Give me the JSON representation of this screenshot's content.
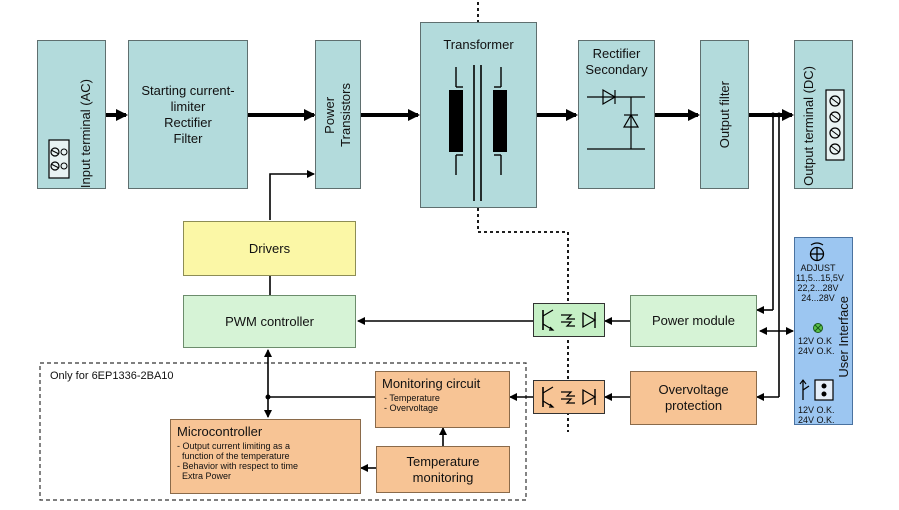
{
  "blocks": {
    "input_terminal": "Input terminal (AC)",
    "starting_limiter": "Starting current-\nlimiter\nRectifier\nFilter",
    "power_transistors": "Power\nTransistors",
    "transformer": "Transformer",
    "rectifier_secondary": "Rectifier\nSecondary",
    "output_filter": "Output filter",
    "output_terminal": "Output terminal (DC)",
    "drivers": "Drivers",
    "pwm_controller": "PWM controller",
    "power_module": "Power module",
    "overvoltage_protection": "Overvoltage\nprotection",
    "user_interface": "User Interface",
    "monitoring_title": "Monitoring circuit",
    "monitoring_items": "- Temperature\n- Overvoltage",
    "microcontroller_title": "Microcontroller",
    "microcontroller_items": "- Output current limiting as a\n  function of the temperature\n- Behavior with respect to time\n  Extra Power",
    "temperature_monitoring": "Temperature\nmonitoring"
  },
  "user_interface": {
    "adjust_label": "ADJUST",
    "adjust_ranges": "11,5...15,5V\n22,2...28V\n24...28V",
    "led_labels": "12V O.K\n24V O.K.",
    "relay_labels": "12V O.K.\n24V O.K."
  },
  "region_note": "Only for 6EP1336-2BA10",
  "colors": {
    "teal": "#b3dbdc",
    "yellow": "#fbf7a6",
    "green": "#d6f3d6",
    "orange": "#f7c495",
    "blue": "#9cc6f1",
    "line": "#000000"
  }
}
